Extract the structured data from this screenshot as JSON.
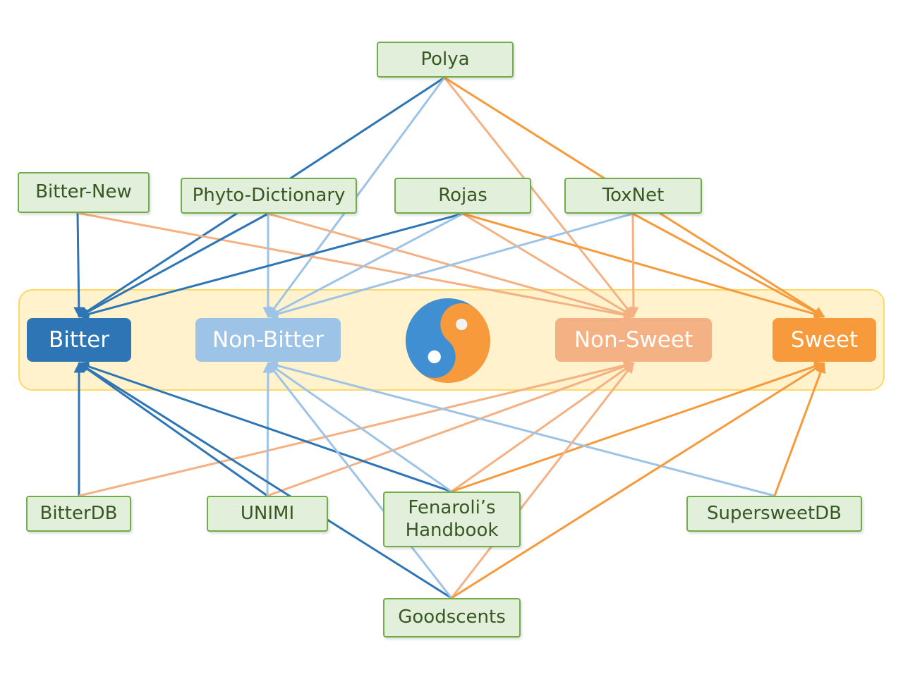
{
  "sources": {
    "polya": "Polya",
    "bitter_new": "Bitter-New",
    "phyto_dictionary": "Phyto-Dictionary",
    "rojas": "Rojas",
    "toxnet": "ToxNet",
    "bitterdb": "BitterDB",
    "unimi": "UNIMI",
    "fenaroli_line1": "Fenaroli’s",
    "fenaroli_line2": "Handbook",
    "supersweetdb": "SupersweetDB",
    "goodscents": "Goodscents"
  },
  "classes": {
    "bitter": "Bitter",
    "non_bitter": "Non-Bitter",
    "non_sweet": "Non-Sweet",
    "sweet": "Sweet"
  },
  "colors": {
    "bitter": "#2e75b6",
    "non_bitter": "#9dc3e6",
    "non_sweet": "#f4b183",
    "sweet": "#f79a3c",
    "source_fill": "#e2efda",
    "source_border": "#70ad47",
    "band_fill": "#fff2cc"
  },
  "icon": "yin-yang-icon",
  "edges": [
    {
      "from": "polya",
      "to": "bitter"
    },
    {
      "from": "polya",
      "to": "non_bitter"
    },
    {
      "from": "polya",
      "to": "non_sweet"
    },
    {
      "from": "polya",
      "to": "sweet"
    },
    {
      "from": "bitter_new",
      "to": "bitter"
    },
    {
      "from": "bitter_new",
      "to": "non_sweet"
    },
    {
      "from": "phyto_dictionary",
      "to": "bitter"
    },
    {
      "from": "phyto_dictionary",
      "to": "non_bitter"
    },
    {
      "from": "phyto_dictionary",
      "to": "non_sweet"
    },
    {
      "from": "rojas",
      "to": "bitter"
    },
    {
      "from": "rojas",
      "to": "non_bitter"
    },
    {
      "from": "rojas",
      "to": "non_sweet"
    },
    {
      "from": "rojas",
      "to": "sweet"
    },
    {
      "from": "toxnet",
      "to": "non_bitter"
    },
    {
      "from": "toxnet",
      "to": "non_sweet"
    },
    {
      "from": "toxnet",
      "to": "sweet"
    },
    {
      "from": "bitterdb",
      "to": "bitter"
    },
    {
      "from": "bitterdb",
      "to": "non_sweet"
    },
    {
      "from": "unimi",
      "to": "bitter"
    },
    {
      "from": "unimi",
      "to": "non_bitter"
    },
    {
      "from": "unimi",
      "to": "non_sweet"
    },
    {
      "from": "fenaroli",
      "to": "bitter"
    },
    {
      "from": "fenaroli",
      "to": "non_bitter"
    },
    {
      "from": "fenaroli",
      "to": "non_sweet"
    },
    {
      "from": "fenaroli",
      "to": "sweet"
    },
    {
      "from": "supersweetdb",
      "to": "non_bitter"
    },
    {
      "from": "supersweetdb",
      "to": "sweet"
    },
    {
      "from": "goodscents",
      "to": "bitter"
    },
    {
      "from": "goodscents",
      "to": "non_bitter"
    },
    {
      "from": "goodscents",
      "to": "non_sweet"
    },
    {
      "from": "goodscents",
      "to": "sweet"
    }
  ]
}
